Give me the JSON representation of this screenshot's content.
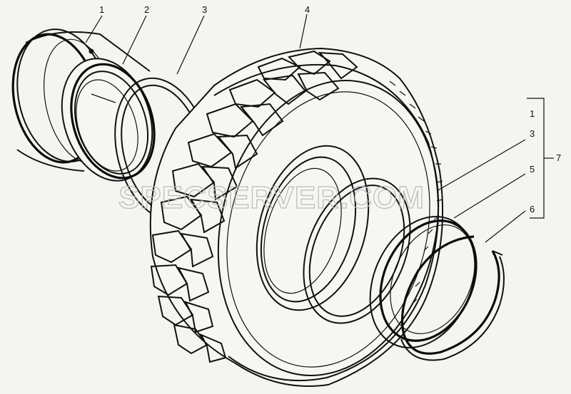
{
  "callouts": [
    {
      "id": "c1",
      "text": "1"
    },
    {
      "id": "c2",
      "text": "2"
    },
    {
      "id": "c3",
      "text": "3"
    },
    {
      "id": "c4",
      "text": "4"
    },
    {
      "id": "c1b",
      "text": "1"
    },
    {
      "id": "c3b",
      "text": "3"
    },
    {
      "id": "c5",
      "text": "5"
    },
    {
      "id": "c6",
      "text": "6"
    },
    {
      "id": "c7",
      "text": "7"
    }
  ],
  "watermark": "SPECSERVER.COM"
}
